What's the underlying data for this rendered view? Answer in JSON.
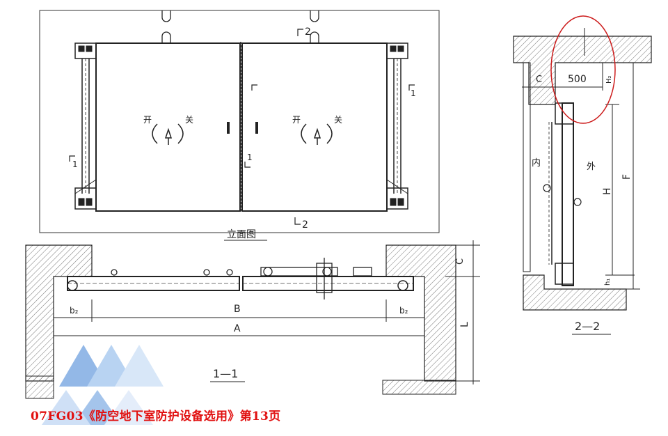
{
  "elevation": {
    "title": "立面图",
    "section_mark_2_top": "2",
    "section_mark_2_bottom": "2",
    "section_mark_1_left": "1",
    "section_mark_1_right": "1",
    "section_mark_1_mid": "1",
    "open_label": "开",
    "close_label": "关"
  },
  "section_1_1": {
    "title": "1—1",
    "dims": {
      "B": "B",
      "A": "A",
      "b2_left": "b₂",
      "b2_right": "b₂",
      "C": "C",
      "L": "L"
    }
  },
  "section_2_2": {
    "title": "2—2",
    "dims": {
      "C": "C",
      "value_500": "500",
      "H2": "H₂",
      "H": "H",
      "F": "F",
      "h1": "h₁"
    },
    "inside_label": "内",
    "outside_label": "外"
  },
  "caption": "07FG03《防空地下室防护设备选用》第13页",
  "colors": {
    "caption": "#e11010",
    "highlight_circle": "#cc1a1a",
    "watermark": "#3b7fd4"
  }
}
